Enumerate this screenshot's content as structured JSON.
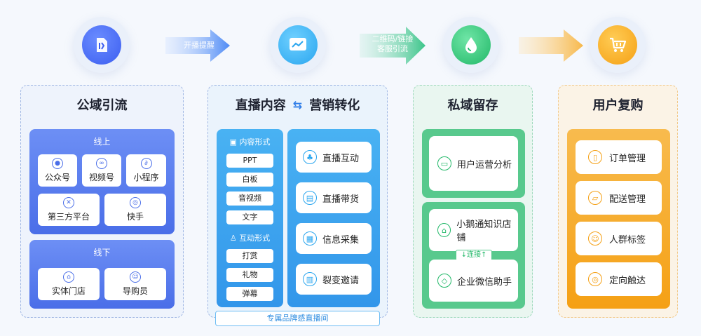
{
  "arrows": {
    "a1": "开播提醒",
    "a2_line1": "二维码/链接",
    "a2_line2": "客服引流"
  },
  "stage1": {
    "title": "公域引流",
    "online_label": "线上",
    "online_items": [
      "公众号",
      "视频号",
      "小程序",
      "第三方平台",
      "快手"
    ],
    "offline_label": "线下",
    "offline_items": [
      "实体门店",
      "导购员"
    ]
  },
  "stage2": {
    "title_left": "直播内容",
    "title_right": "营销转化",
    "content_form_label": "内容形式",
    "content_forms": [
      "PPT",
      "白板",
      "音视频",
      "文字"
    ],
    "interact_form_label": "互动形式",
    "interact_forms": [
      "打赏",
      "礼物",
      "弹幕"
    ],
    "marketing_items": [
      "直播互动",
      "直播带货",
      "信息采集",
      "裂变邀请"
    ],
    "footer": "专属品牌感直播间"
  },
  "stage3": {
    "title": "私域留存",
    "top_item": "用户运营分析",
    "bottom_items": [
      "小鹅通知识店铺",
      "企业微信助手"
    ],
    "link_label": "连接"
  },
  "stage4": {
    "title": "用户复购",
    "items": [
      "订单管理",
      "配送管理",
      "人群标签",
      "定向触达"
    ]
  },
  "icons": {
    "stage1": "document-icon",
    "stage2": "chart-icon",
    "stage3": "water-drop-icon",
    "stage4": "shopping-cart-icon"
  },
  "colors": {
    "blue": "#4a6ee8",
    "sky": "#2aa6ef",
    "green": "#21b868",
    "orange": "#f5a014"
  }
}
